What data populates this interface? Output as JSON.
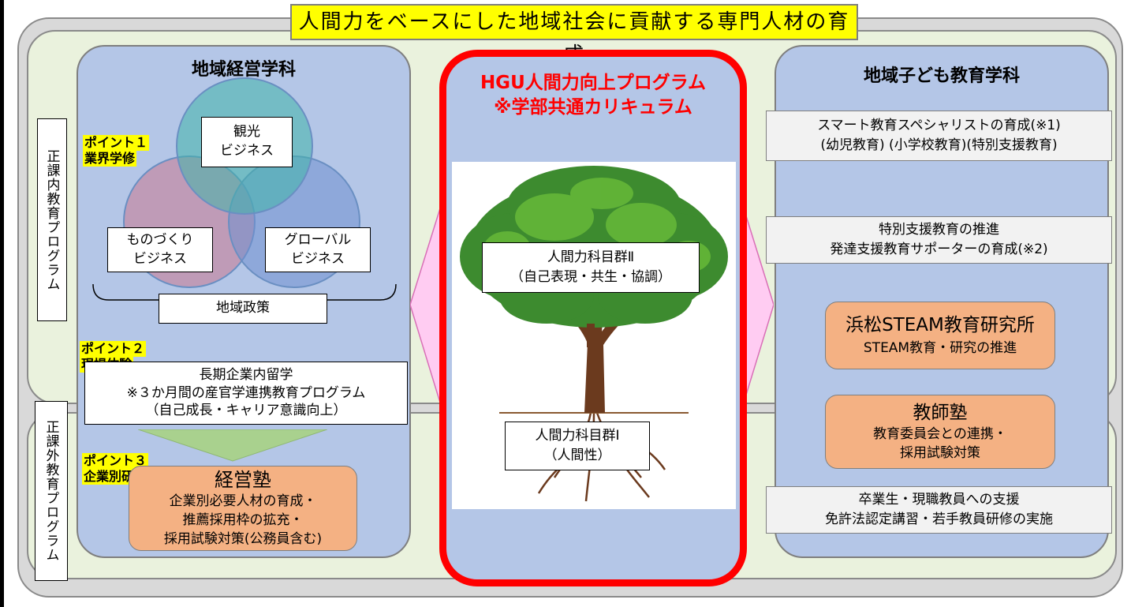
{
  "title": "人間力をベースにした地域社会に貢献する専門人材の育成",
  "side_labels": {
    "curricular": "正課内教育プログラム",
    "extracurricular": "正課外教育プログラム"
  },
  "left_dept": {
    "title": "地域経営学科",
    "venn": {
      "tourism": "観光\nビジネス",
      "manufacturing": "ものづくり\nビジネス",
      "global": "グローバル\nビジネス"
    },
    "policy": "地域政策",
    "point1": {
      "label": "ポイント１",
      "sub": "業界学修"
    },
    "point2": {
      "label": "ポイント２",
      "sub": "現場体験"
    },
    "internship": {
      "line1": "長期企業内留学",
      "line2": "※３か月間の産官学連携教育プログラム",
      "line3": "（自己成長・キャリア意識向上）"
    },
    "point3": {
      "label": "ポイント３",
      "sub": "企業別研究"
    },
    "keiei_juku": {
      "title": "経営塾",
      "line1": "企業別必要人材の育成・",
      "line2": "推薦採用枠の拡充・",
      "line3": "採用試験対策(公務員含む)"
    }
  },
  "center": {
    "title_line1": "HGU人間力向上プログラム",
    "title_line2": "※学部共通カリキュラム",
    "group2": {
      "line1": "人間力科目群Ⅱ",
      "line2": "（自己表現・共生・協調）"
    },
    "group1": {
      "line1": "人間力科目群Ⅰ",
      "line2": "（人間性）"
    }
  },
  "right_dept": {
    "title": "地域子ども教育学科",
    "smart": {
      "line1": "スマート教育スペシャリストの育成(※1)",
      "line2": "(幼児教育) (小学校教育)(特別支援教育)"
    },
    "special": {
      "line1": "特別支援教育の推進",
      "line2": "発達支援教育サポーターの育成(※2)"
    },
    "steam": {
      "title": "浜松STEAM教育研究所",
      "sub": "STEAM教育・研究の推進"
    },
    "kyoshi_juku": {
      "title": "教師塾",
      "line1": "教育委員会との連携・",
      "line2": "採用試験対策"
    },
    "support": {
      "line1": "卒業生・現職教員への支援",
      "line2": "免許法認定講習・若手教員研修の実施"
    }
  },
  "colors": {
    "yellow": "#ffff00",
    "red": "#ff0000",
    "dept_blue": "#b4c6e7",
    "orange": "#f4b183",
    "pale_green": "#eaf2dd",
    "pink_arrow": "#ffccf2"
  }
}
